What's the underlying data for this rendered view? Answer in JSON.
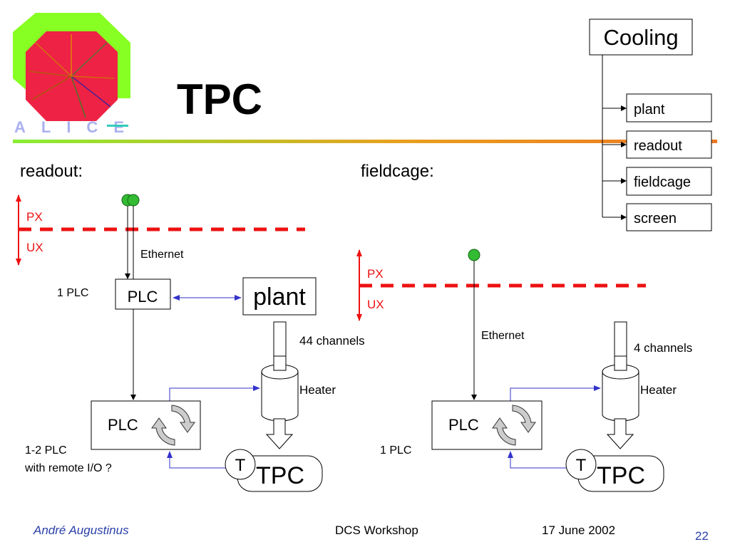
{
  "title": "TPC",
  "logo_text": "ALICE",
  "cooling": {
    "title": "Cooling",
    "items": [
      "plant",
      "readout",
      "fieldcage",
      "screen"
    ]
  },
  "readout": {
    "heading": "readout:",
    "px": "PX",
    "ux": "UX",
    "network": "Ethernet",
    "plc_count": "1 PLC",
    "plc_label": "PLC",
    "plant_label": "plant",
    "channels": "44 channels",
    "heater": "Heater",
    "plc2_label": "PLC",
    "plc2_count": "1-2 PLC",
    "plc2_note": "with remote I/O ?",
    "sensor": "T",
    "tpc": "TPC"
  },
  "fieldcage": {
    "heading": "fieldcage:",
    "px": "PX",
    "ux": "UX",
    "network": "Ethernet",
    "channels": "4 channels",
    "heater": "Heater",
    "plc_label": "PLC",
    "plc_count": "1 PLC",
    "sensor": "T",
    "tpc": "TPC"
  },
  "footer": {
    "author": "André Augustinus",
    "event": "DCS Workshop",
    "date": "17 June 2002",
    "page": "22"
  },
  "colors": {
    "zone_red": "#ee1111",
    "link_blue": "#3333cc",
    "node_green": "#33bb33",
    "footer_blue": "#2a3fa8"
  }
}
